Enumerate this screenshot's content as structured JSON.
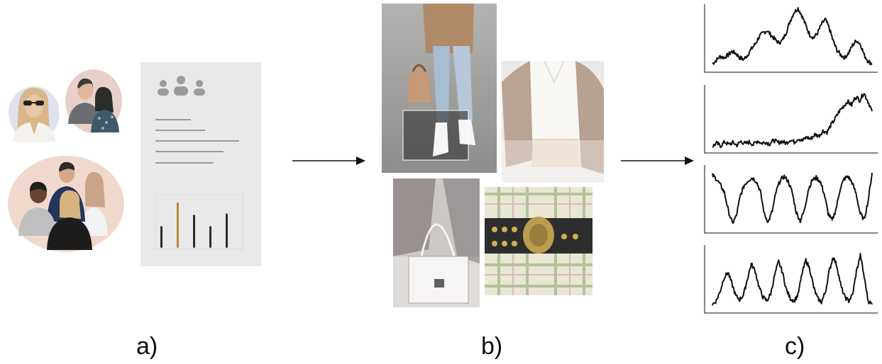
{
  "panels": {
    "a": {
      "label": "a)"
    },
    "b": {
      "label": "b)"
    },
    "c": {
      "label": "c)"
    }
  },
  "colors": {
    "accent_bar": "#b8863a",
    "dark_bar": "#2c2c33",
    "doc_bg": "#e9e9ea",
    "line": "#111111"
  },
  "icons": {
    "people_group": "people-group-icon",
    "document": "document-icon",
    "arrow": "right-arrow-icon"
  },
  "document": {
    "bar_heights": [
      0.48,
      1.0,
      0.73,
      0.48,
      0.76
    ],
    "highlight_index": 1
  },
  "chart_data": [
    {
      "type": "line",
      "shape": "three-peaks",
      "series": [
        {
          "values": [
            0.08,
            0.14,
            0.2,
            0.18,
            0.22,
            0.28,
            0.25,
            0.18,
            0.15,
            0.22,
            0.32,
            0.4,
            0.52,
            0.58,
            0.62,
            0.55,
            0.48,
            0.42,
            0.46,
            0.6,
            0.78,
            0.92,
            0.98,
            0.86,
            0.7,
            0.55,
            0.5,
            0.58,
            0.72,
            0.8,
            0.66,
            0.45,
            0.3,
            0.22,
            0.18,
            0.26,
            0.38,
            0.46,
            0.4,
            0.22,
            0.12,
            0.08
          ]
        }
      ]
    },
    {
      "type": "line",
      "shape": "rising",
      "series": [
        {
          "values": [
            0.05,
            0.1,
            0.06,
            0.12,
            0.08,
            0.11,
            0.07,
            0.13,
            0.09,
            0.12,
            0.08,
            0.14,
            0.1,
            0.12,
            0.09,
            0.15,
            0.11,
            0.13,
            0.1,
            0.16,
            0.12,
            0.18,
            0.14,
            0.2,
            0.17,
            0.24,
            0.22,
            0.3,
            0.28,
            0.4,
            0.5,
            0.62,
            0.7,
            0.78,
            0.72,
            0.86,
            0.8,
            0.92,
            0.78,
            0.62
          ]
        }
      ]
    },
    {
      "type": "line",
      "shape": "periodic-troughs",
      "series": [
        {
          "values": [
            0.88,
            0.82,
            0.72,
            0.6,
            0.3,
            0.1,
            0.22,
            0.55,
            0.72,
            0.8,
            0.84,
            0.78,
            0.62,
            0.25,
            0.12,
            0.3,
            0.62,
            0.8,
            0.86,
            0.78,
            0.6,
            0.28,
            0.14,
            0.3,
            0.64,
            0.8,
            0.84,
            0.78,
            0.58,
            0.26,
            0.14,
            0.34,
            0.66,
            0.82,
            0.86,
            0.76,
            0.58,
            0.26,
            0.16,
            0.46,
            0.92
          ]
        }
      ]
    },
    {
      "type": "line",
      "shape": "periodic-peaks",
      "series": [
        {
          "values": [
            0.08,
            0.14,
            0.3,
            0.52,
            0.6,
            0.42,
            0.22,
            0.16,
            0.24,
            0.5,
            0.74,
            0.62,
            0.36,
            0.2,
            0.14,
            0.26,
            0.56,
            0.78,
            0.6,
            0.32,
            0.18,
            0.14,
            0.24,
            0.58,
            0.8,
            0.66,
            0.36,
            0.18,
            0.12,
            0.28,
            0.62,
            0.86,
            0.7,
            0.38,
            0.2,
            0.14,
            0.24,
            0.62,
            0.88,
            0.52,
            0.14,
            0.08
          ]
        }
      ]
    }
  ]
}
